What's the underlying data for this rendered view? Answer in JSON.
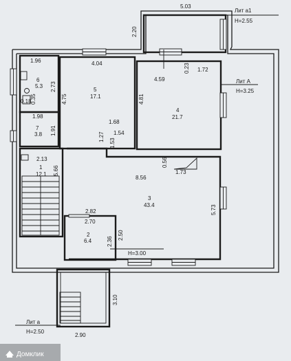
{
  "labels": {
    "lit_a1": "Лит а1",
    "h_a1": "H=2.55",
    "lit_A": "Лит А",
    "h_A": "H=3.25",
    "lit_a": "Лит а",
    "h_a": "H=2.50",
    "h_room3": "H=3.00"
  },
  "dims": {
    "d503": "5.03",
    "d220": "2.20",
    "d196": "1.96",
    "d404": "4.04",
    "d023": "0.23",
    "d172": "1.72",
    "d459": "4.59",
    "d273": "2.73",
    "d475": "4.75",
    "d481": "4.81",
    "d035": "0.35",
    "d018": "0.18",
    "d198": "1.98",
    "d191": "1.91",
    "d168": "1.68",
    "d154": "1.54",
    "d127": "1.27",
    "d153": "1.53",
    "d213": "2.13",
    "d566": "5.66",
    "d056": "0.56",
    "d173": "1.73",
    "d856": "8.56",
    "d573": "5.73",
    "d282": "2.82",
    "d270": "2.70",
    "d236": "2.36",
    "d250": "2.50",
    "d310": "3.10",
    "d290": "2.90"
  },
  "rooms": [
    {
      "num": "6",
      "area": "5.3"
    },
    {
      "num": "5",
      "area": "17.1"
    },
    {
      "num": "4",
      "area": "21.7"
    },
    {
      "num": "7",
      "area": "3.8"
    },
    {
      "num": "1",
      "area": "12.1"
    },
    {
      "num": "3",
      "area": "43.4"
    },
    {
      "num": "2",
      "area": "6.4"
    }
  ],
  "watermark": "Домклик"
}
